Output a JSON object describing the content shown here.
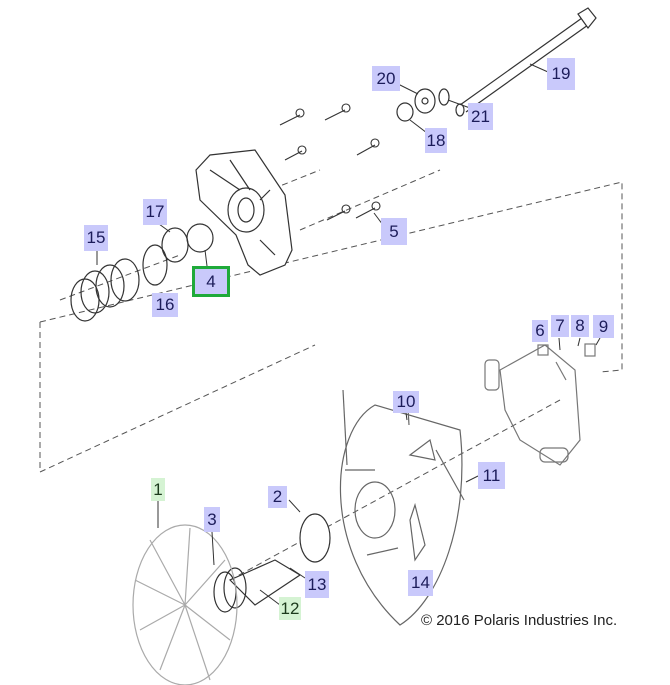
{
  "callouts": [
    {
      "num": "1",
      "style": "green"
    },
    {
      "num": "2",
      "style": "blue"
    },
    {
      "num": "3",
      "style": "blue"
    },
    {
      "num": "4",
      "style": "selected"
    },
    {
      "num": "5",
      "style": "blue"
    },
    {
      "num": "6",
      "style": "blue"
    },
    {
      "num": "7",
      "style": "blue"
    },
    {
      "num": "8",
      "style": "blue"
    },
    {
      "num": "9",
      "style": "blue"
    },
    {
      "num": "10",
      "style": "blue"
    },
    {
      "num": "11",
      "style": "blue"
    },
    {
      "num": "12",
      "style": "green"
    },
    {
      "num": "13",
      "style": "blue"
    },
    {
      "num": "14",
      "style": "blue"
    },
    {
      "num": "15",
      "style": "blue"
    },
    {
      "num": "16",
      "style": "blue"
    },
    {
      "num": "17",
      "style": "blue"
    },
    {
      "num": "18",
      "style": "blue"
    },
    {
      "num": "19",
      "style": "blue"
    },
    {
      "num": "20",
      "style": "blue"
    },
    {
      "num": "21",
      "style": "blue"
    }
  ],
  "copyright": "© 2016 Polaris Industries Inc.",
  "colors": {
    "callout_blue": "#c9c9fb",
    "callout_green": "#d5f3d3",
    "selected_border": "#1faa3a"
  }
}
